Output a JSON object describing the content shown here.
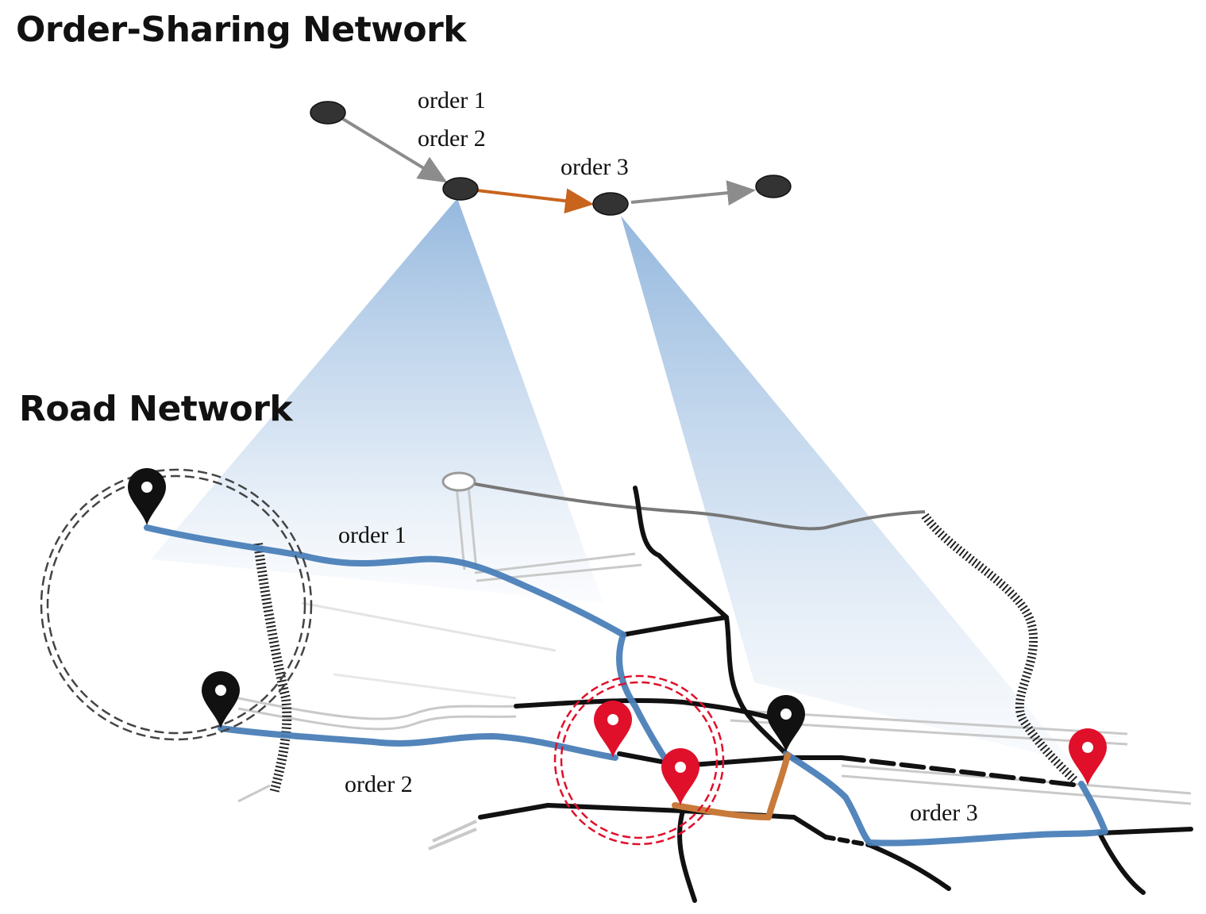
{
  "titles": {
    "order_sharing": "Order-Sharing Network",
    "road": "Road Network"
  },
  "order_sharing_network": {
    "edge_labels": {
      "first_edge_line1": "order 1",
      "first_edge_line2": "order 2",
      "shared_edge": "order 3"
    }
  },
  "road_network": {
    "route_labels": {
      "order1": "order 1",
      "order2": "order 2",
      "order3": "order 3"
    }
  },
  "colors": {
    "node": "#333333",
    "gray_edge": "#8c8c8c",
    "shared_edge": "#c8641e",
    "route_blue": "#4a7fb8",
    "route_orange": "#c87a3a",
    "road_black": "#111111",
    "pickup_pin": "#111111",
    "dropoff_pin": "#e0102a",
    "projection": "#8fb4dc"
  }
}
